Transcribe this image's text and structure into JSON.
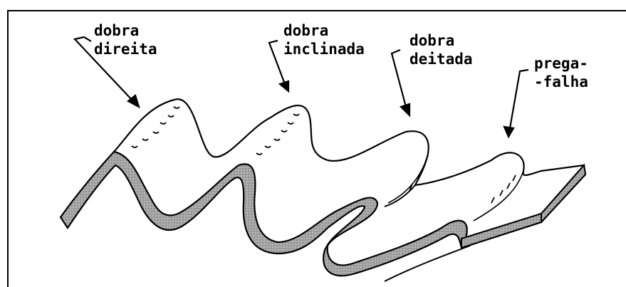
{
  "labels": {
    "dobra_direita": [
      "dobra",
      "direita"
    ],
    "dobra_inclinada": [
      "dobra",
      "inclinada"
    ],
    "dobra_deitada": [
      "dobra",
      "deitada"
    ],
    "prega_falha": [
      "prega-",
      "-falha"
    ]
  },
  "colors": {
    "layer_fill": "#9a9a9a",
    "line": "#000000",
    "background": "#ffffff"
  }
}
